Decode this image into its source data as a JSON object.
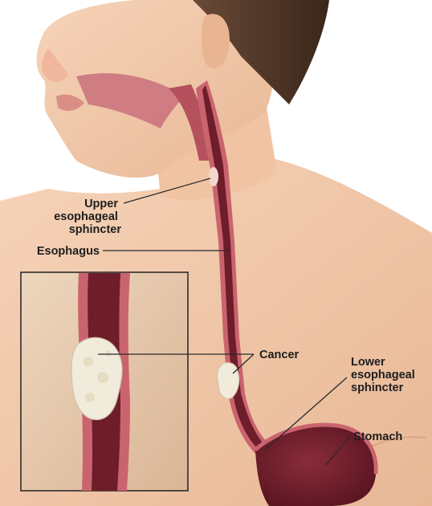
{
  "labels": {
    "upper_sphincter": [
      "Upper",
      "esophageal",
      "sphincter"
    ],
    "esophagus": "Esophagus",
    "cancer": "Cancer",
    "lower_sphincter": [
      "Lower",
      "esophageal",
      "sphincter"
    ],
    "stomach": "Stomach"
  },
  "colors": {
    "skin": "#f2c9aa",
    "skin_shadow": "#e0ad8c",
    "hair": "#4a3326",
    "esophagus_wall": "#c9646e",
    "esophagus_lumen": "#6e1d2a",
    "tumor": "#f1ebdc",
    "inset_bg": "#e9cfb3",
    "leader": "#2a2a2a"
  }
}
